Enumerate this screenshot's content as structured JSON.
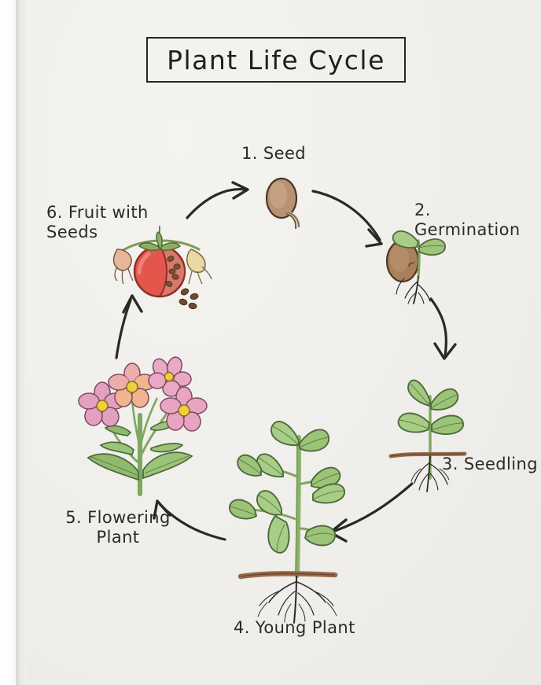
{
  "page": {
    "title": "Plant Life Cycle",
    "background_color": "#f1f0ed",
    "ink_color": "#2b2a28",
    "medium": "hand-drawn colored pencil diagram on notebook paper"
  },
  "diagram": {
    "kind": "cycle-diagram",
    "direction": "clockwise",
    "stage_count": 6,
    "stages": [
      {
        "number": "1",
        "label": "1. Seed",
        "name": "seed",
        "illustration": "brown bean-shaped seed with small emerging radicle",
        "colors": {
          "body": "#b08a63",
          "outline": "#4a3726",
          "sprout": "#cfc39f"
        }
      },
      {
        "number": "2",
        "label": "2. Germination",
        "name": "germination",
        "illustration": "brown seed with green cotyledon sprout and thin roots",
        "colors": {
          "seed": "#a77e56",
          "leaf": "#8fba74",
          "root": "#3d3a33"
        }
      },
      {
        "number": "3",
        "label": "3. Seedling",
        "name": "seedling",
        "illustration": "small plant with four leaves above brown soil line and roots below",
        "colors": {
          "leaf": "#9cc37d",
          "stem": "#7fa85f",
          "soil": "#9a6a48"
        }
      },
      {
        "number": "4",
        "label": "4. Young Plant",
        "name": "young-plant",
        "illustration": "tall leafy plant with many paired leaves and spreading root system",
        "colors": {
          "leaf": "#a3c882",
          "stem": "#8cb268",
          "soil": "#9a6a48"
        }
      },
      {
        "number": "5",
        "label": "5. Flowering\nPlant",
        "name": "flowering-plant",
        "illustration": "plant with four pink and yellow five-petal flowers and green leaves",
        "colors": {
          "petal_pink": "#e8a3c0",
          "petal_peach": "#f2b98f",
          "center": "#f2d23c",
          "leaf": "#9cc37d"
        }
      },
      {
        "number": "6",
        "label": "6. Fruit with\nSeeds",
        "name": "fruit-with-seeds",
        "illustration": "red tomato cut open showing seeds, with two dried flowers on the vine and loose seeds",
        "colors": {
          "fruit": "#e4564c",
          "fruit_shade": "#c63f38",
          "seed": "#7a5233",
          "calyx": "#8fae63"
        }
      }
    ],
    "arrows": [
      {
        "name": "arrow-fruit-to-seed",
        "from": "6. Fruit with Seeds",
        "to": "1. Seed",
        "shape": "curve-right"
      },
      {
        "name": "arrow-seed-to-germination",
        "from": "1. Seed",
        "to": "2. Germination",
        "shape": "curve-down-right"
      },
      {
        "name": "arrow-germination-to-seedling",
        "from": "2. Germination",
        "to": "3. Seedling",
        "shape": "curve-down"
      },
      {
        "name": "arrow-seedling-to-young-plant",
        "from": "3. Seedling",
        "to": "4. Young Plant",
        "shape": "curve-down-left"
      },
      {
        "name": "arrow-young-plant-to-flowering",
        "from": "4. Young Plant",
        "to": "5. Flowering Plant",
        "shape": "curve-up-left"
      },
      {
        "name": "arrow-flowering-to-fruit",
        "from": "5. Flowering Plant",
        "to": "6. Fruit with Seeds",
        "shape": "curve-up"
      }
    ]
  },
  "chart_data": {
    "type": "diagram",
    "title": "Plant Life Cycle",
    "categories": [
      "1. Seed",
      "2. Germination",
      "3. Seedling",
      "4. Young Plant",
      "5. Flowering Plant",
      "6. Fruit with Seeds"
    ],
    "values": [
      1,
      2,
      3,
      4,
      5,
      6
    ],
    "xlabel": "",
    "ylabel": "",
    "legend_position": "none",
    "grid": false
  }
}
